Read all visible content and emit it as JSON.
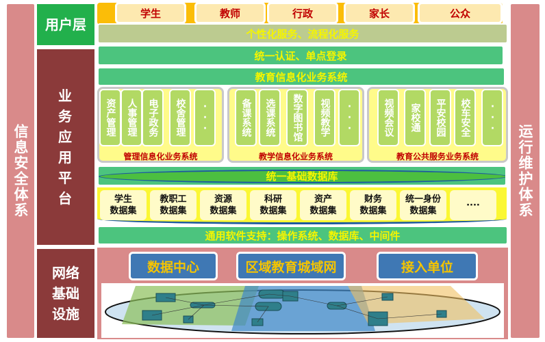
{
  "left_side": "信息安全体系",
  "right_side": "运行维护体系",
  "layers": {
    "user": "用户层",
    "app": "业务应用平台",
    "net": "网络基础设施"
  },
  "colors": {
    "green": "#4cc47e",
    "darkred": "#8b3a3a",
    "pink": "#d98a8a",
    "yellow": "#fffb8a",
    "item": "#b2d964",
    "blue": "#3f78b4"
  },
  "users": [
    "学生",
    "教师",
    "行政",
    "家长",
    "公众"
  ],
  "personal": "个性化服务、流程化服务",
  "auth": "统一认证、单点登录",
  "edu_sys": "教育信息化业务系统",
  "groups": [
    {
      "label": "管理信息化业务系统",
      "items": [
        "资产管理",
        "人事管理",
        "电子政务",
        "校舍管理",
        "···"
      ]
    },
    {
      "label": "教学信息化业务系统",
      "items": [
        "备课系统",
        "选课系统",
        "数字图书馆",
        "视频教学",
        "···"
      ]
    },
    {
      "label": "教育公共服务业务系统",
      "items": [
        "视频会议",
        "家校通",
        "平安校园",
        "校车安全",
        "···"
      ]
    }
  ],
  "database": "统一基础数据库",
  "datasets": [
    "学生\n数据集",
    "教职工\n数据集",
    "资源\n数据集",
    "科研\n数据集",
    "资产\n数据集",
    "财务\n数据集",
    "统一身份\n数据集",
    "····"
  ],
  "software": "通用软件支持：操作系统、数据库、中间件",
  "network": [
    "数据中心",
    "区域教育城域网",
    "接入单位"
  ]
}
